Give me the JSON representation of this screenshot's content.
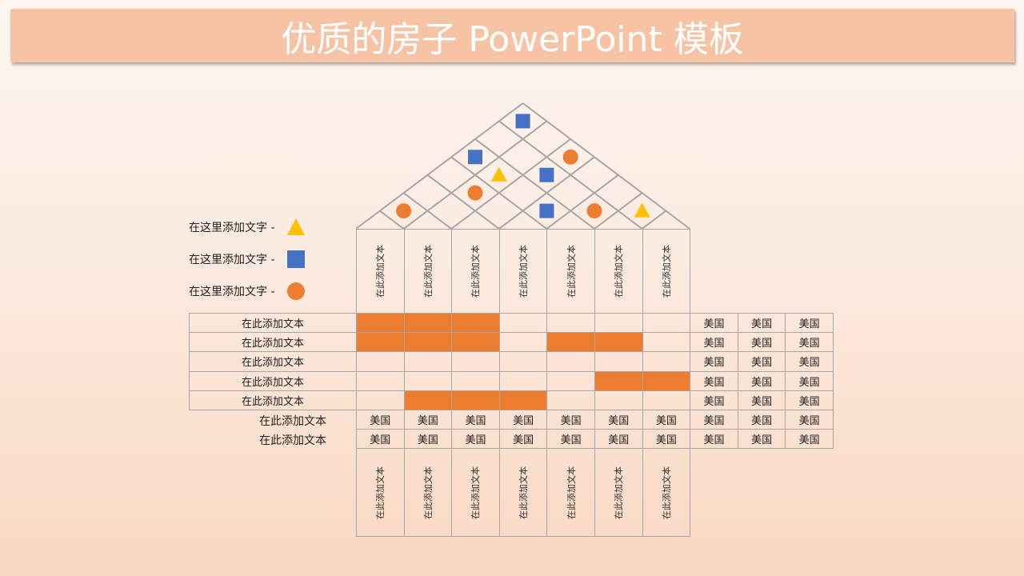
{
  "title": "优质的房子 PowerPoint 模板",
  "colors": {
    "orange": "#ed7d31",
    "blue": "#4472c4",
    "yellow": "#ffc000",
    "grid": "#a6a6a6"
  },
  "legend": [
    {
      "label": "在这里添加文字 -",
      "symbol": "triangle"
    },
    {
      "label": "在这里添加文字 -",
      "symbol": "square"
    },
    {
      "label": "在这里添加文字 -",
      "symbol": "circle"
    }
  ],
  "roof_symbols": [
    {
      "pair": [
        0,
        6
      ],
      "symbol": "square"
    },
    {
      "pair": [
        0,
        4
      ],
      "symbol": "square"
    },
    {
      "pair": [
        2,
        6
      ],
      "symbol": "circle"
    },
    {
      "pair": [
        1,
        4
      ],
      "symbol": "triangle"
    },
    {
      "pair": [
        2,
        5
      ],
      "symbol": "square"
    },
    {
      "pair": [
        1,
        3
      ],
      "symbol": "circle"
    },
    {
      "pair": [
        0,
        1
      ],
      "symbol": "circle"
    },
    {
      "pair": [
        3,
        4
      ],
      "symbol": "square"
    },
    {
      "pair": [
        4,
        5
      ],
      "symbol": "circle"
    },
    {
      "pair": [
        5,
        6
      ],
      "symbol": "triangle"
    }
  ],
  "top_headers": [
    "在此添加文本",
    "在此添加文本",
    "在此添加文本",
    "在此添加文本",
    "在此添加文本",
    "在此添加文本",
    "在此添加文本"
  ],
  "bottom_headers": [
    "在此添加文本",
    "在此添加文本",
    "在此添加文本",
    "在此添加文本",
    "在此添加文本",
    "在此添加文本",
    "在此添加文本"
  ],
  "matrix_rows": [
    {
      "label": "在此添加文本",
      "filled": [
        0,
        1,
        2
      ],
      "right": [
        "美国",
        "美国",
        "美国"
      ]
    },
    {
      "label": "在此添加文本",
      "filled": [
        0,
        1,
        2,
        4,
        5
      ],
      "right": [
        "美国",
        "美国",
        "美国"
      ]
    },
    {
      "label": "在此添加文本",
      "filled": [],
      "right": [
        "美国",
        "美国",
        "美国"
      ]
    },
    {
      "label": "在此添加文本",
      "filled": [
        5,
        6
      ],
      "right": [
        "美国",
        "美国",
        "美国"
      ]
    },
    {
      "label": "在此添加文本",
      "filled": [
        1,
        2,
        3
      ],
      "right": [
        "美国",
        "美国",
        "美国"
      ]
    }
  ],
  "value_rows": [
    {
      "label": "在此添加文本",
      "values": [
        "美国",
        "美国",
        "美国",
        "美国",
        "美国",
        "美国",
        "美国",
        "美国",
        "美国",
        "美国"
      ]
    },
    {
      "label": "在此添加文本",
      "values": [
        "美国",
        "美国",
        "美国",
        "美国",
        "美国",
        "美国",
        "美国",
        "美国",
        "美国",
        "美国"
      ]
    }
  ]
}
